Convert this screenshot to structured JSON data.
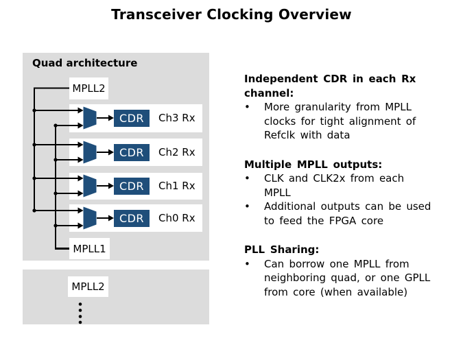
{
  "title": "Transceiver Clocking Overview",
  "colors": {
    "accent_blue": "#1f4e7a",
    "panel_gray": "#dcdcdc",
    "wire_black": "#000000"
  },
  "diagram": {
    "panel_title": "Quad architecture",
    "mpll2_top": "MPLL2",
    "mpll1": "MPLL1",
    "mpll2_bottom": "MPLL2",
    "channels": [
      {
        "cdr": "CDR",
        "label": "Ch3 Rx"
      },
      {
        "cdr": "CDR",
        "label": "Ch2 Rx"
      },
      {
        "cdr": "CDR",
        "label": "Ch1 Rx"
      },
      {
        "cdr": "CDR",
        "label": "Ch0 Rx"
      }
    ]
  },
  "right_column": {
    "bullet_char": "•",
    "sections": [
      {
        "heading_lines": [
          "Independent CDR in each Rx",
          "channel:"
        ],
        "bullets": [
          [
            "More granularity from MPLL",
            "clocks for tight alignment of",
            "Refclk with data"
          ]
        ]
      },
      {
        "heading_lines": [
          "Multiple MPLL outputs:"
        ],
        "bullets": [
          [
            "CLK and CLK2x from each",
            "MPLL"
          ],
          [
            "Additional outputs can be used",
            "to feed the FPGA core"
          ]
        ]
      },
      {
        "heading_lines": [
          "PLL Sharing:"
        ],
        "bullets": [
          [
            "Can borrow one MPLL from",
            "neighboring quad, or one GPLL",
            "from core (when available)"
          ]
        ]
      }
    ]
  }
}
